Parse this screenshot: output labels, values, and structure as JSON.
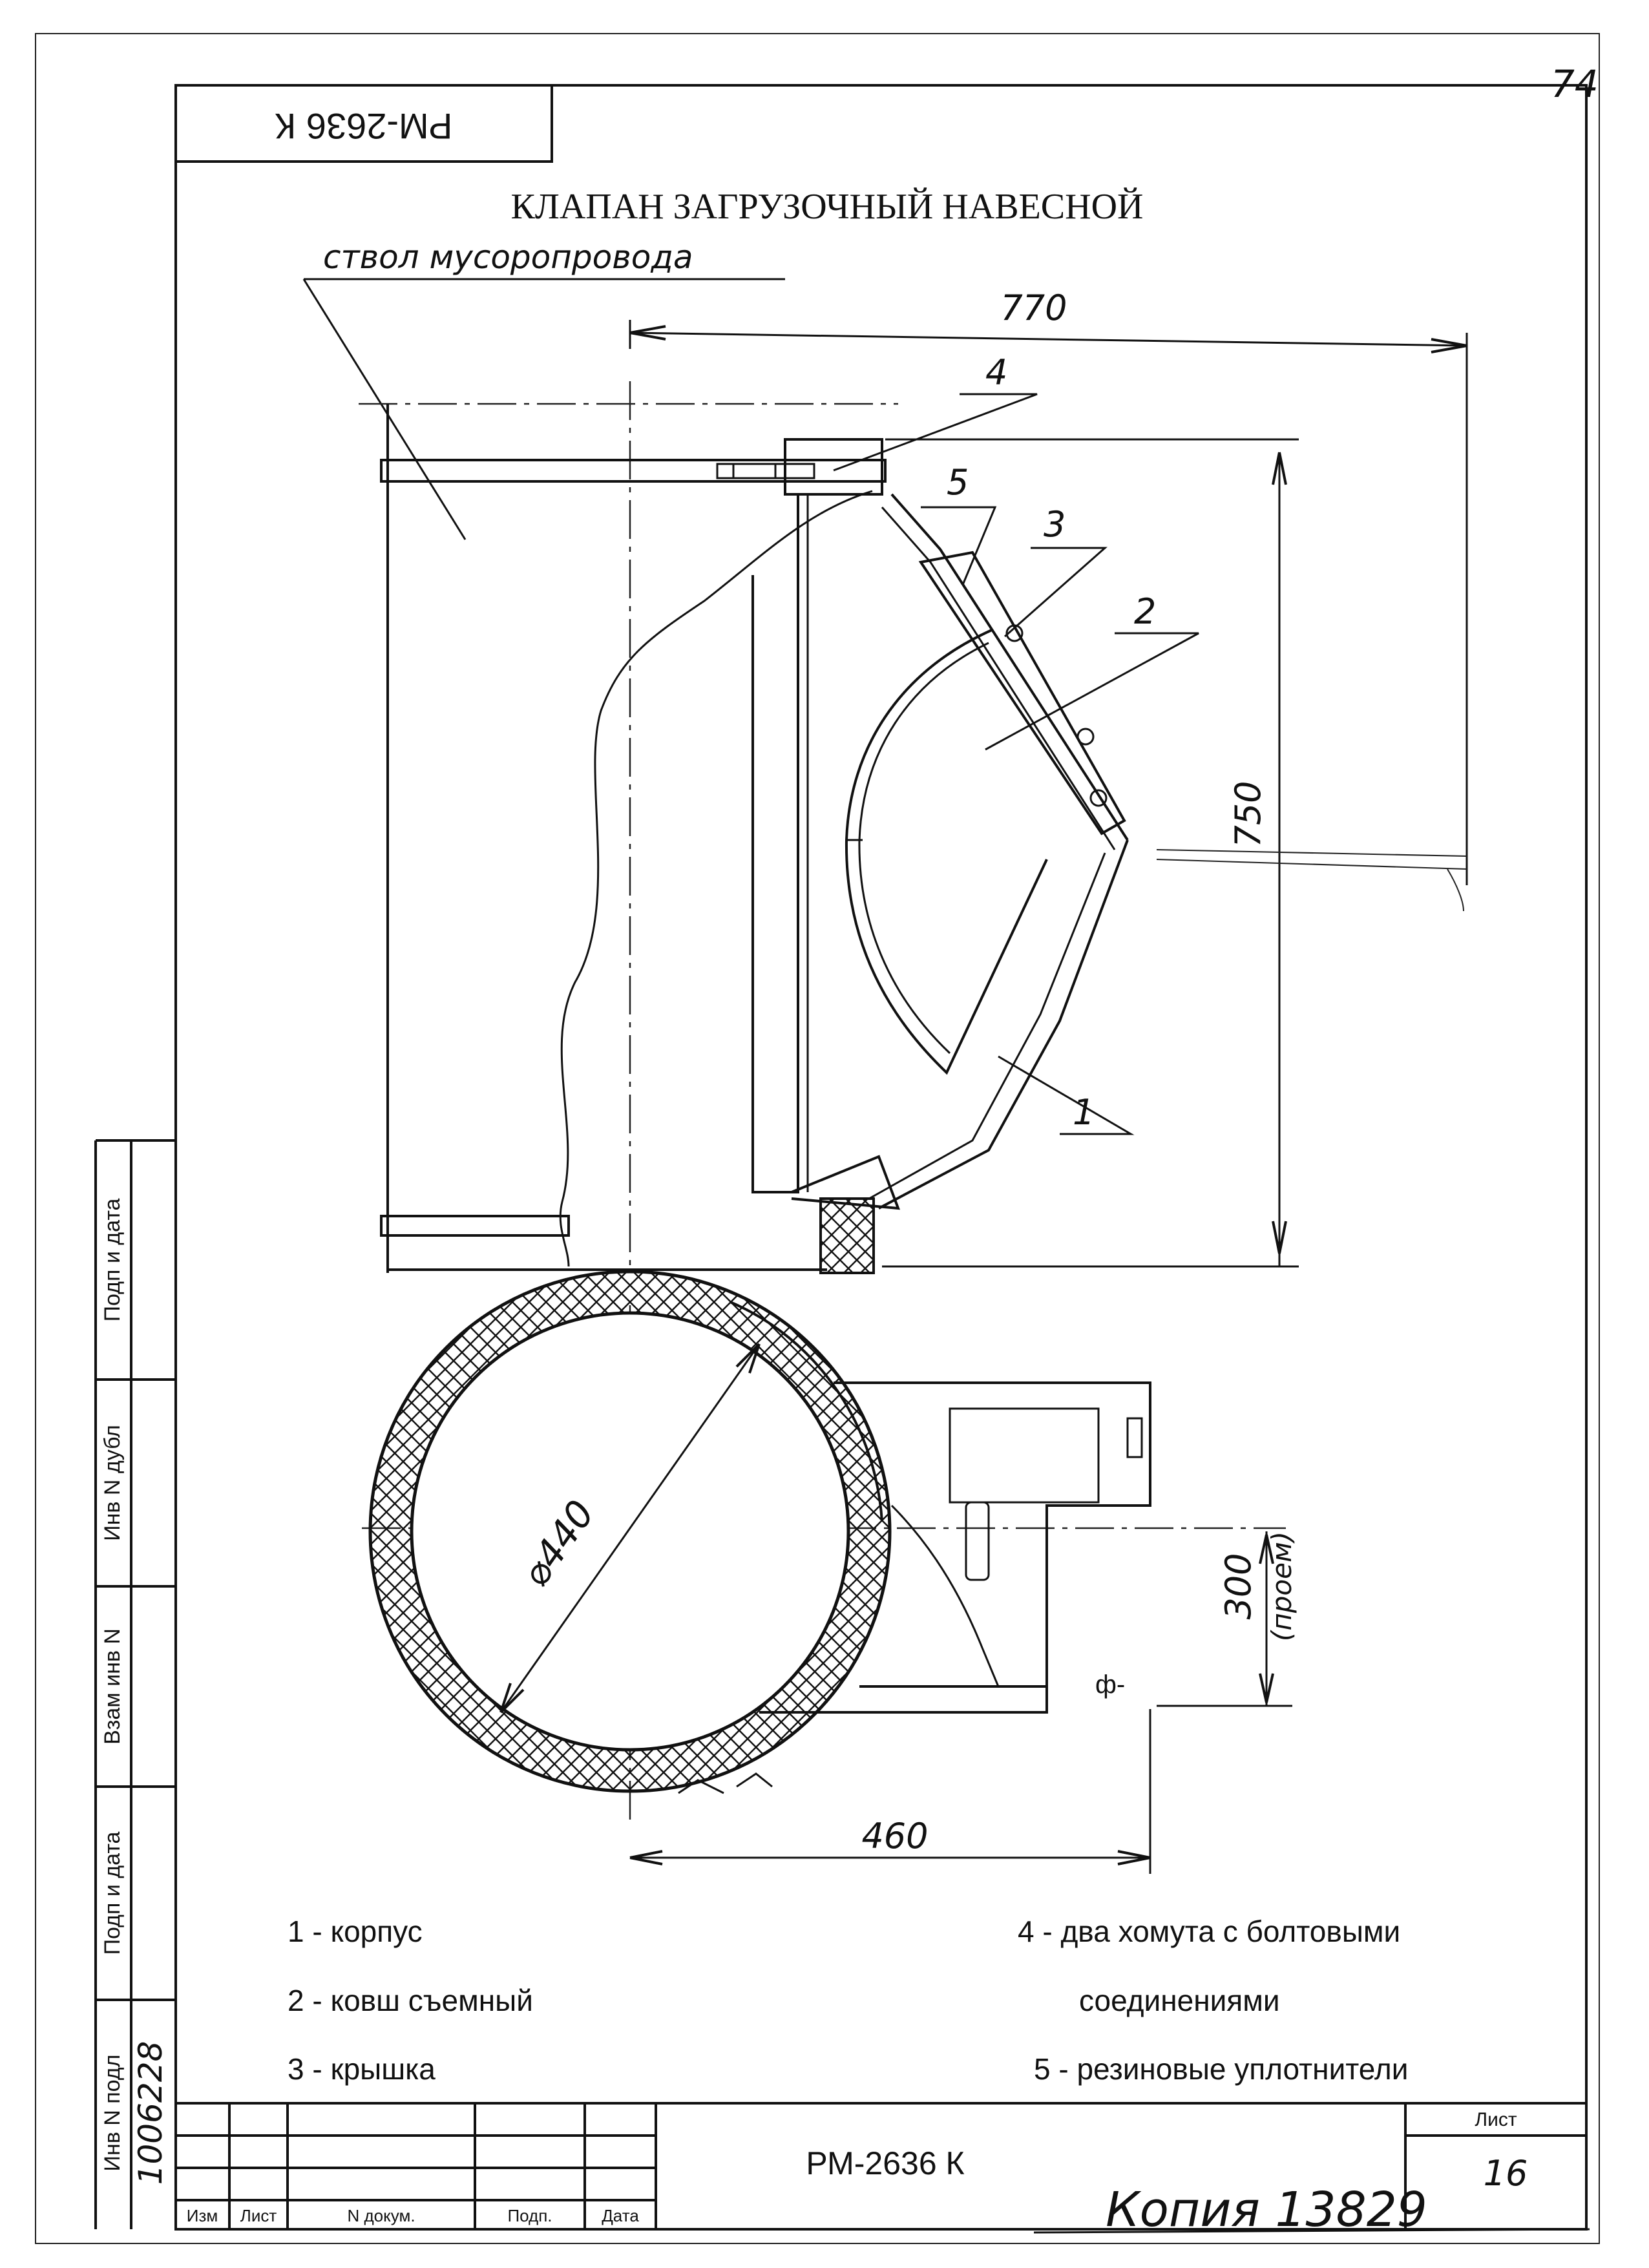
{
  "sheet_number_corner": "74",
  "stamp_upside_down": "РМ-2636 К",
  "title": "КЛАПАН ЗАГРУЗОЧНЫЙ НАВЕСНОЙ",
  "callout_shaft": "ствол мусоропровода",
  "dimensions": {
    "width_top": "770",
    "height_right": "750",
    "diameter": "⌀440",
    "opening": "300",
    "opening_note": "(проем)",
    "width_bottom": "460"
  },
  "part_callouts": [
    "1",
    "2",
    "3",
    "4",
    "5"
  ],
  "legend": [
    "1 - корпус",
    "2 - ковш съемный",
    "3 - крышка",
    "4 - два хомута с болтовыми",
    "соединениями",
    "5 - резиновые уплотнители"
  ],
  "side_stamp": {
    "labels": [
      "Подп и дата",
      "Инв N дубл",
      "Взам инв N",
      "Подп и дата",
      "Инв N подл"
    ],
    "inv_number": "1006228"
  },
  "title_block": {
    "headers": [
      "Изм",
      "Лист",
      "N докум.",
      "Подп.",
      "Дата"
    ],
    "doc_code": "РМ-2636 К",
    "sheet_label": "Лист",
    "sheet_value": "16",
    "copy_note": "Копия 13829"
  }
}
